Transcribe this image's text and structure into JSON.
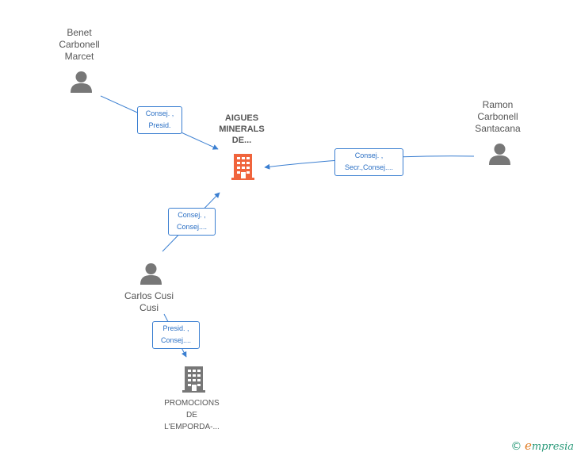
{
  "nodes": {
    "main_company": {
      "name_lines": [
        "AIGUES",
        "MINERALS",
        "DE..."
      ]
    },
    "benet": {
      "name_lines": [
        "Benet",
        "Carbonell",
        "Marcet"
      ]
    },
    "ramon": {
      "name_lines": [
        "Ramon",
        "Carbonell",
        "Santacana"
      ]
    },
    "carlos": {
      "name_lines": [
        "Carlos Cusi",
        "Cusi"
      ]
    },
    "promocions": {
      "name_lines": [
        "PROMOCIONS",
        "DE",
        "L'EMPORDA-..."
      ]
    }
  },
  "edges": {
    "benet_main": [
      "Consej. ,",
      "Presid."
    ],
    "ramon_main": [
      "Consej. ,",
      "Secr.,Consej...."
    ],
    "carlos_main": [
      "Consej. ,",
      "Consej...."
    ],
    "carlos_promocions": [
      "Presid. ,",
      "Consej...."
    ]
  },
  "colors": {
    "main_company": "#f0643c",
    "company": "#777777",
    "person": "#777777",
    "edge": "#3b7fd1"
  },
  "icons": {
    "person": "person-icon",
    "company": "building-icon"
  },
  "footer": {
    "copyright": "©",
    "brand_initial": "e",
    "brand_rest": "mpresia"
  }
}
